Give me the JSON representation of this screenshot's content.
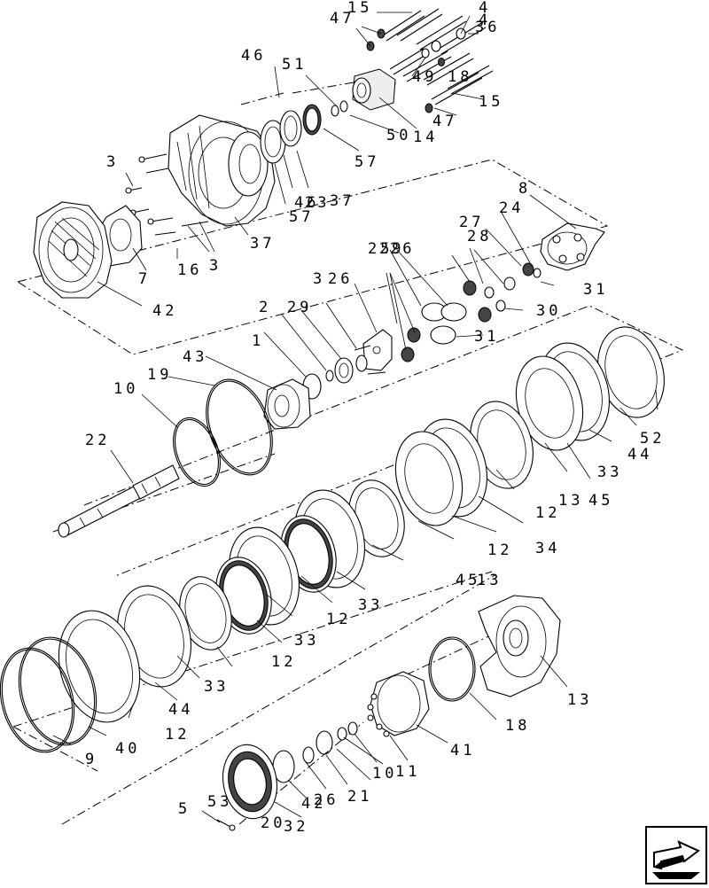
{
  "labels": [
    "47",
    "15",
    "4",
    "4",
    "36",
    "46",
    "51",
    "49",
    "18",
    "15",
    "47",
    "50",
    "14",
    "57",
    "37",
    "3",
    "57",
    "23",
    "46",
    "37",
    "7",
    "16",
    "3",
    "42",
    "8",
    "24",
    "27",
    "28",
    "31",
    "25",
    "29",
    "26",
    "26",
    "30",
    "31",
    "29",
    "2",
    "3",
    "1",
    "43",
    "19",
    "10",
    "22",
    "52",
    "44",
    "33",
    "13",
    "12",
    "45",
    "34",
    "12",
    "13",
    "45",
    "33",
    "12",
    "33",
    "12",
    "33",
    "44",
    "12",
    "13",
    "18",
    "41",
    "40",
    "9",
    "10",
    "11",
    "53",
    "42",
    "32",
    "26",
    "21",
    "5",
    "20"
  ],
  "nav": {
    "icon": "arrow-icon"
  }
}
